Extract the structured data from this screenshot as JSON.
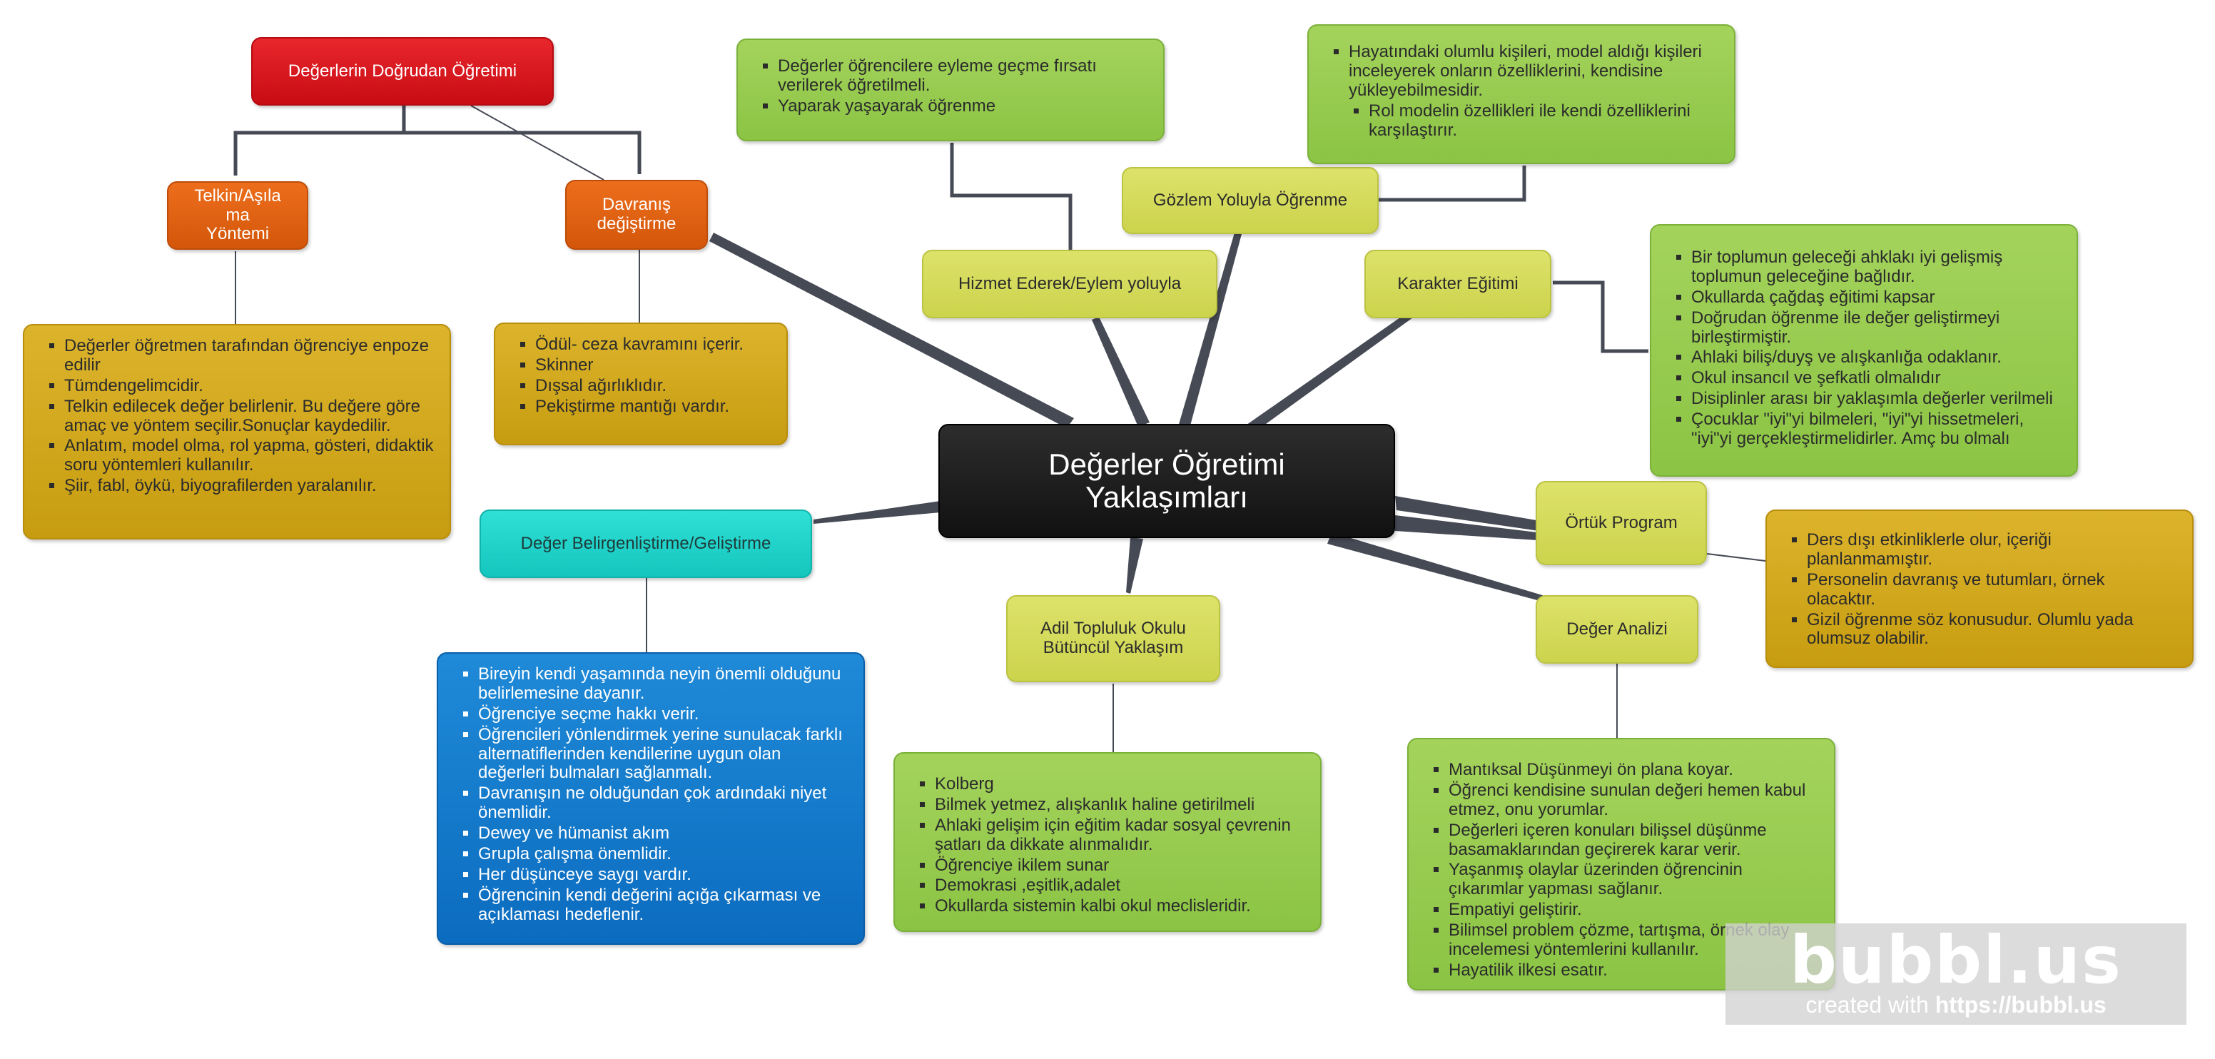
{
  "center": {
    "title": "Değerler Öğretimi Yaklaşımları"
  },
  "direct": {
    "title": "Değerlerin Doğrudan Öğretimi",
    "telkin": {
      "title": "Telkin/Aşıla ma Yöntemi",
      "items": [
        "Değerler öğretmen tarafından öğrenciye enpoze edilir",
        "Tümdengelimcidir.",
        "Telkin edilecek değer belirlenir. Bu değere göre amaç ve yöntem seçilir.Sonuçlar kaydedilir.",
        "Anlatım, model olma, rol yapma, gösteri, didaktik soru yöntemleri kullanılır.",
        "Şiir, fabl, öykü, biyografilerden yaralanılır."
      ]
    },
    "davranis": {
      "title": "Davranış değiştirme",
      "items": [
        "Ödül- ceza kavramını içerir.",
        "Skinner",
        "Dışsal ağırlıklıdır.",
        "Pekiştirme mantığı vardır."
      ]
    }
  },
  "belirginlestirme": {
    "title": "Değer Belirgenliştirme/Geliştirme",
    "items": [
      "Bireyin kendi yaşamında neyin önemli olduğunu belirlemesine dayanır.",
      "Öğrenciye seçme hakkı verir.",
      "Öğrencileri yönlendirmek yerine sunulacak farklı alternatiflerinden kendilerine uygun olan değerleri bulmaları sağlanmalı.",
      "Davranışın ne olduğundan çok ardındaki niyet önemlidir.",
      "Dewey ve hümanist akım",
      "Grupla çalışma önemlidir.",
      "Her düşünceye saygı vardır.",
      "Öğrencinin kendi değerini açığa çıkarması ve açıklaması hedeflenir."
    ]
  },
  "hizmet": {
    "title": "Hizmet Ederek/Eylem yoluyla",
    "items": [
      "Değerler öğrencilere eyleme geçme fırsatı verilerek öğretilmeli.",
      "Yaparak yaşayarak öğrenme"
    ]
  },
  "gozlem": {
    "title": "Gözlem Yoluyla Öğrenme",
    "items": [
      "Hayatındaki olumlu kişileri, model aldığı kişileri inceleyerek onların özelliklerini, kendisine yükleyebilmesidir."
    ],
    "sub_items": [
      "Rol modelin özellikleri ile kendi özelliklerini karşılaştırır."
    ]
  },
  "karakter": {
    "title": "Karakter Eğitimi",
    "items": [
      "Bir toplumun geleceği ahklakı iyi gelişmiş toplumun geleceğine bağlıdır.",
      "Okullarda çağdaş eğitimi kapsar",
      "Doğrudan öğrenme ile değer geliştirmeyi birleştirmiştir.",
      "Ahlaki biliş/duyş ve alışkanlığa odaklanır.",
      "Okul insancıl ve şefkatli olmalıdır",
      "Disiplinler arası bir yaklaşımla değerler verilmeli",
      "Çocuklar \"iyi\"yi bilmeleri, \"iyi\"yi hissetmeleri, \"iyi\"yi gerçekleştirmelidirler. Amç bu olmalı"
    ]
  },
  "ortuk": {
    "title": "Örtük Program",
    "items": [
      "Ders dışı etkinliklerle olur, içeriği planlanmamıştır.",
      "Personelin davranış ve tutumları, örnek olacaktır.",
      "Gizil öğrenme söz konusudur. Olumlu yada olumsuz olabilir."
    ]
  },
  "analiz": {
    "title": "Değer Analizi",
    "items": [
      "Mantıksal Düşünmeyi ön plana koyar.",
      "Öğrenci kendisine sunulan değeri hemen kabul etmez, onu yorumlar.",
      "Değerleri içeren konuları bilişsel düşünme basamaklarından geçirerek karar verir.",
      "Yaşanmış olaylar üzerinden öğrencinin çıkarımlar yapması sağlanır.",
      "Empatiyi geliştirir.",
      "Bilimsel problem çözme, tartışma, örnek olay incelemesi yöntemlerini kullanılır.",
      "Hayatilik ilkesi esatır."
    ]
  },
  "adil": {
    "title": "Adil Topluluk Okulu Bütüncül Yaklaşım",
    "items": [
      "Kolberg",
      "Bilmek yetmez, alışkanlık haline getirilmeli",
      "Ahlaki gelişim için eğitim kadar sosyal çevrenin şatları da dikkate alınmalıdır.",
      "Öğrenciye ikilem sunar",
      "Demokrasi ,eşitlik,adalet",
      "Okullarda sistemin kalbi okul meclisleridir."
    ]
  },
  "watermark": {
    "logo": "bubbl.us",
    "prefix": "created with ",
    "url": "https://bubbl.us"
  },
  "colors": {
    "red": "#d8141c",
    "orange": "#e0621a",
    "mustard": "#cfa620",
    "green": "#97ca4f",
    "lime": "#d4da5a",
    "dark": "#1f1f1f",
    "teal": "#1fd2c8",
    "blue": "#1479cc",
    "connector": "#464a55"
  }
}
